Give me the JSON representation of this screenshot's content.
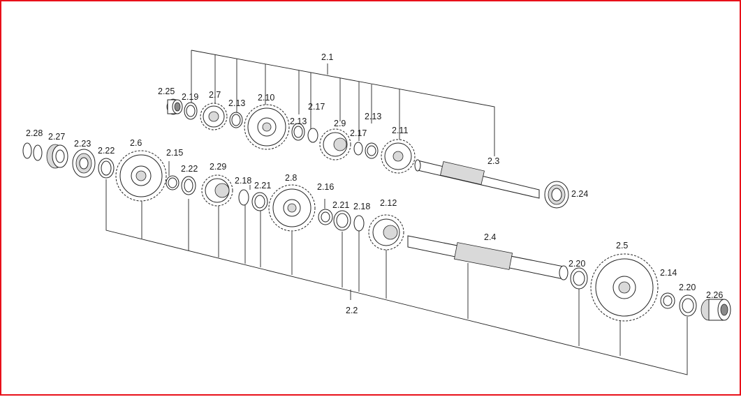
{
  "border_color": "#e8101a",
  "labels": {
    "l2_1": "2.1",
    "l2_2": "2.2",
    "l2_3": "2.3",
    "l2_4": "2.4",
    "l2_5": "2.5",
    "l2_6": "2.6",
    "l2_7": "2.7",
    "l2_8": "2.8",
    "l2_9": "2.9",
    "l2_10": "2.10",
    "l2_11": "2.11",
    "l2_12": "2.12",
    "l2_13a": "2.13",
    "l2_13b": "2.13",
    "l2_13c": "2.13",
    "l2_14": "2.14",
    "l2_15": "2.15",
    "l2_16": "2.16",
    "l2_17a": "2.17",
    "l2_17b": "2.17",
    "l2_18a": "2.18",
    "l2_18b": "2.18",
    "l2_19": "2.19",
    "l2_20a": "2.20",
    "l2_20b": "2.20",
    "l2_21a": "2.21",
    "l2_21b": "2.21",
    "l2_22a": "2.22",
    "l2_22b": "2.22",
    "l2_23": "2.23",
    "l2_24": "2.24",
    "l2_25": "2.25",
    "l2_26": "2.26",
    "l2_27": "2.27",
    "l2_28": "2.28",
    "l2_29": "2.29"
  }
}
